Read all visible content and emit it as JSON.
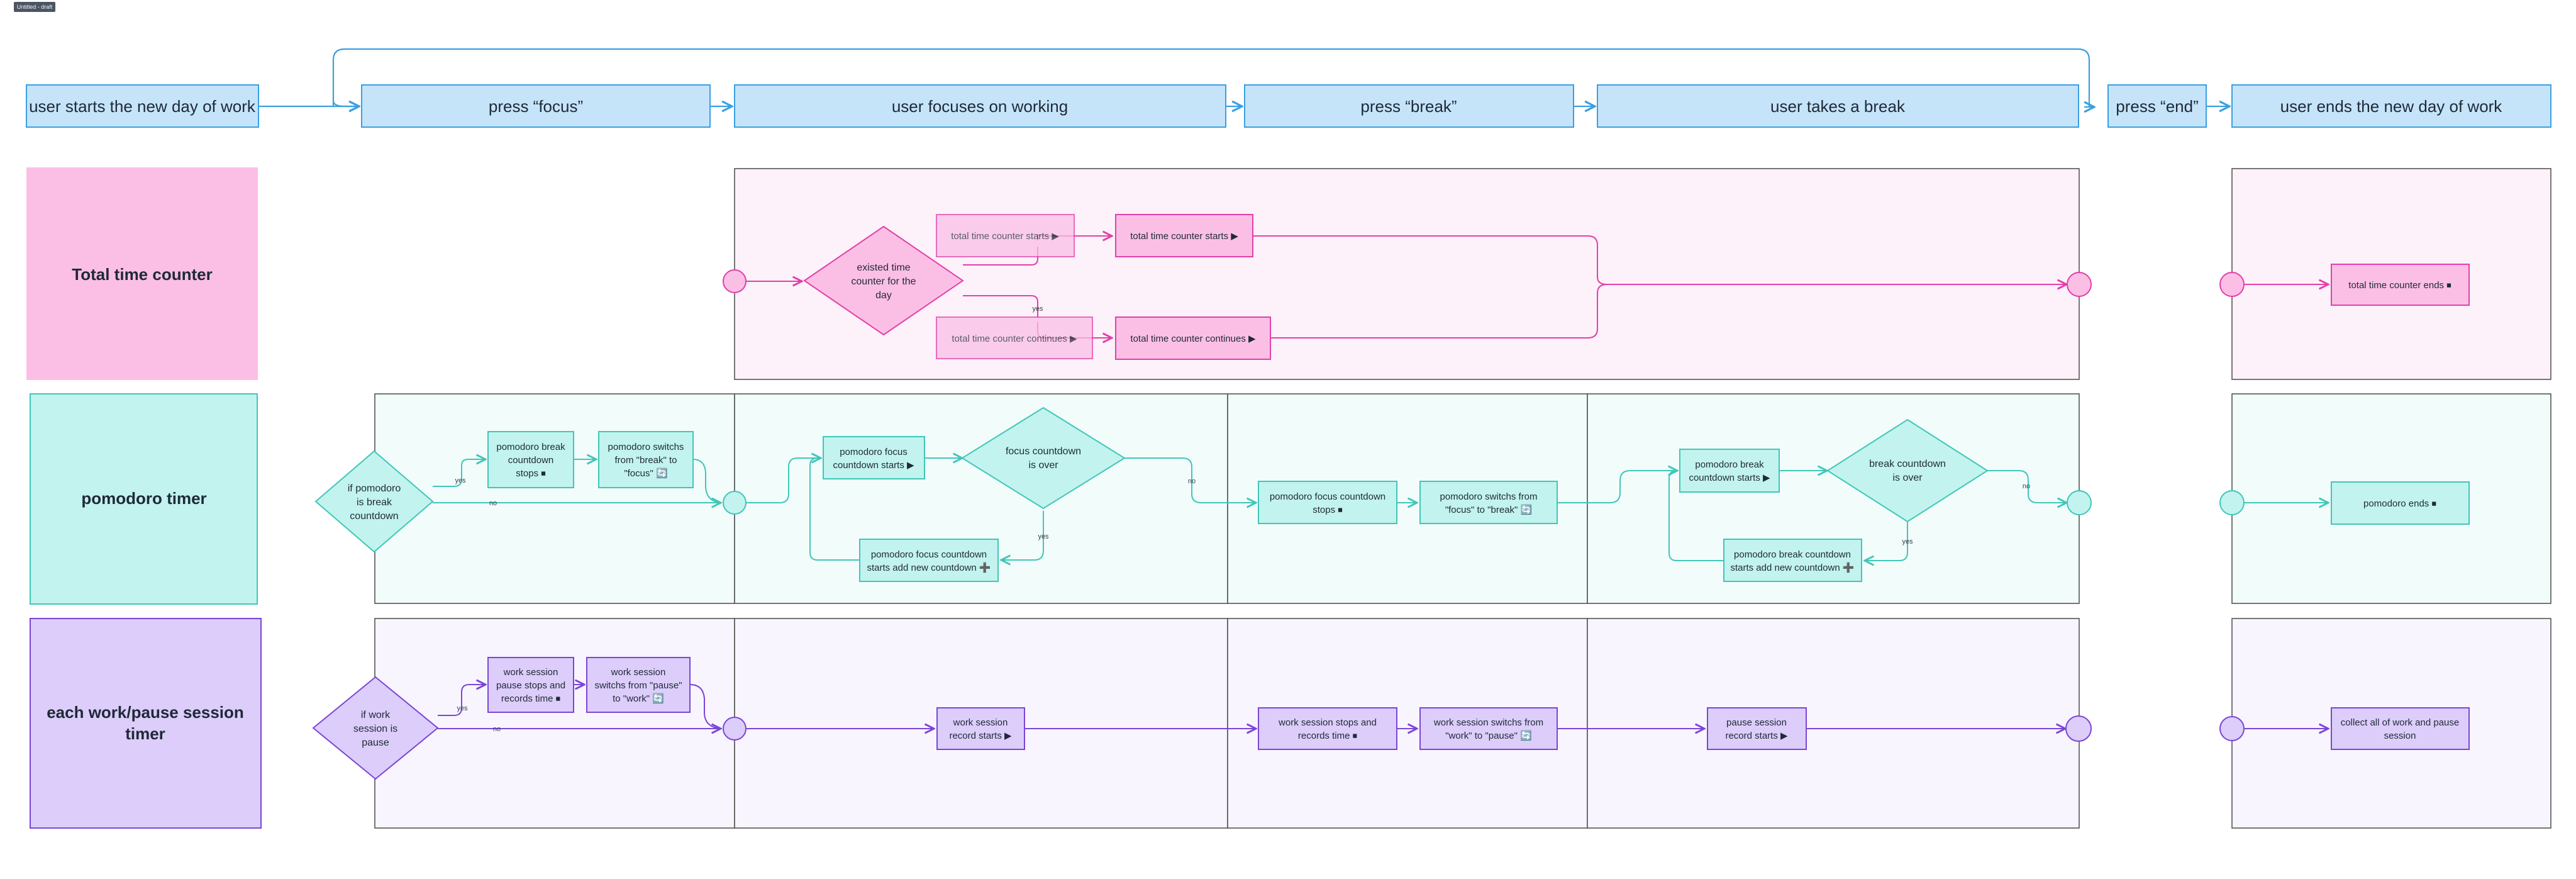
{
  "badge": "Untitled - draft",
  "colors": {
    "blue": "#3b9fe0",
    "blue_fill": "#c5e4fa",
    "pink": "#e23fa9",
    "pink_fill": "#fbbfe6",
    "pink_bg": "#fdf1fa",
    "teal": "#3fc7b8",
    "teal_fill": "#c2f3ee",
    "teal_bg": "#f2fcfb",
    "purple": "#7b45d6",
    "purple_fill": "#dccdfa",
    "purple_bg": "#f8f5fe"
  },
  "icons": {
    "play": "play-icon",
    "stop": "stop-icon",
    "switch": "switch-icon",
    "add": "add-icon"
  },
  "header": {
    "steps": [
      "user starts the new day of work",
      "press “focus”",
      "user focuses on working",
      "press “break”",
      "user takes a break",
      "press “end”",
      "user ends the new day of work"
    ]
  },
  "lanes": {
    "total": {
      "title": "Total time counter",
      "decision": [
        "existed time",
        "counter for the",
        "day"
      ],
      "ghost_starts": "total time counter starts ▶",
      "starts": "total time counter starts ▶",
      "ghost_continues": "total time counter continues ▶",
      "continues": "total time counter continues ▶",
      "label_yes": "yes",
      "ends": "total time counter ends ⏹"
    },
    "pomodoro": {
      "title": "pomodoro timer",
      "decision1": [
        "if pomodoro",
        "is break",
        "countdown"
      ],
      "label_yes1": "yes",
      "label_no1": "no",
      "break_stops": [
        "pomodoro break",
        "countdown",
        "stops ⏹"
      ],
      "switch_break_focus": [
        "pomodoro switchs",
        "from \"break\" to",
        "\"focus\" 🔄"
      ],
      "focus_starts": [
        "pomodoro focus",
        "countdown starts ▶"
      ],
      "decision2": [
        "focus countdown",
        "is over"
      ],
      "label_no2": "no",
      "label_yes2": "yes",
      "focus_add": [
        "pomodoro focus countdown",
        "starts add new countdown ➕"
      ],
      "focus_stops": [
        "pomodoro focus countdown",
        "stops ⏹"
      ],
      "switch_focus_break": [
        "pomodoro switchs from",
        "\"focus\" to \"break\" 🔄"
      ],
      "break_starts": [
        "pomodoro break",
        "countdown starts ▶"
      ],
      "decision3": [
        "break countdown",
        "is over"
      ],
      "label_no3": "no",
      "label_yes3": "yes",
      "break_add": [
        "pomodoro break countdown",
        "starts add new countdown ➕"
      ],
      "ends": "pomodoro ends ⏹"
    },
    "session": {
      "title": [
        "each work/pause session",
        "timer"
      ],
      "decision": [
        "if work",
        "session is",
        "pause"
      ],
      "label_yes": "yes",
      "label_no": "no",
      "pause_stops": [
        "work session",
        "pause stops and",
        "records time ⏹"
      ],
      "switch_pause_work": [
        "work session",
        "switchs from \"pause\"",
        "to \"work\" 🔄"
      ],
      "record_starts": [
        "work session",
        "record starts ▶"
      ],
      "work_stops": [
        "work session stops and",
        "records time ⏹"
      ],
      "switch_work_pause": [
        "work session switchs from",
        "\"work\" to \"pause\" 🔄"
      ],
      "pause_record": [
        "pause session",
        "record starts ▶"
      ],
      "collect": [
        "collect all of work and pause",
        "session"
      ]
    }
  }
}
